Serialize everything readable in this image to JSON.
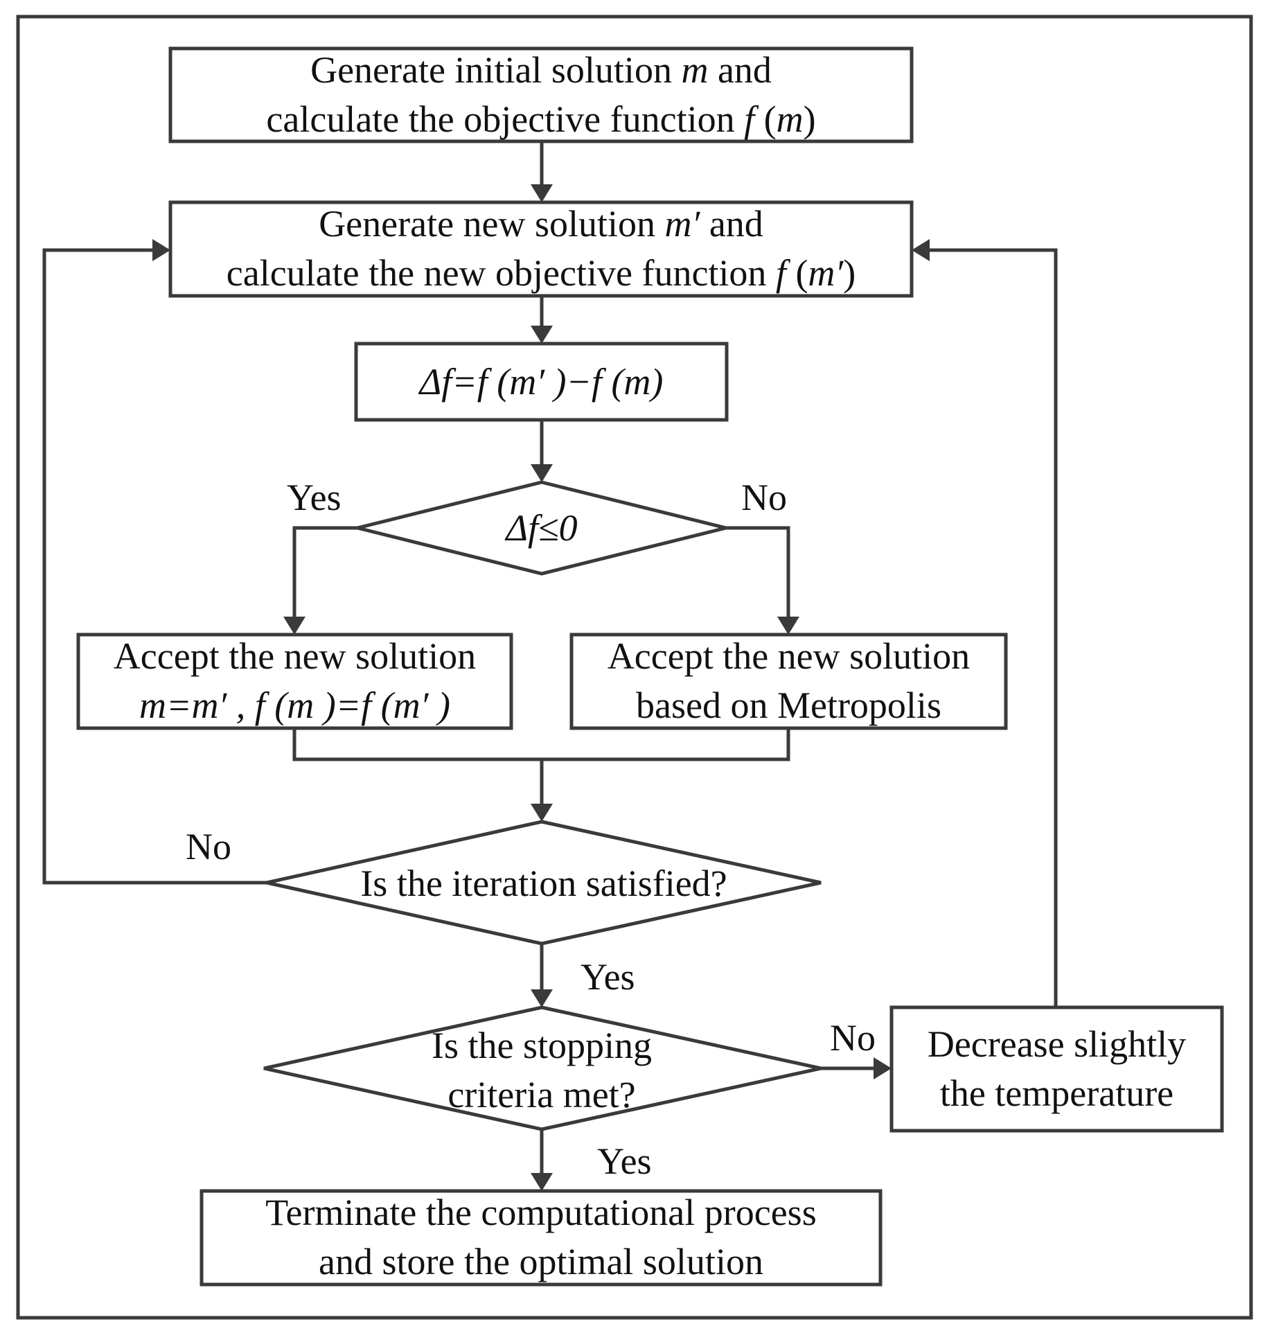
{
  "flowchart": {
    "nodes": {
      "init": {
        "line1": {
          "pre": "Generate initial solution ",
          "var": "m",
          "post": " and"
        },
        "line2": {
          "pre": "calculate the objective function ",
          "var": "f",
          "post": " (",
          "var2": "m",
          "post2": ")"
        }
      },
      "new_solution": {
        "line1": {
          "pre": "Generate new solution ",
          "var": "m′",
          "post": " and"
        },
        "line2": {
          "pre": "calculate the new objective function ",
          "var": "f",
          "post": " (",
          "var2": "m′",
          "post2": ")"
        }
      },
      "delta": {
        "expr": "Δf=f (m′ )−f (m)"
      },
      "decision_delta": {
        "expr": "Δf≤0"
      },
      "accept": {
        "line1": "Accept the new solution",
        "line2": "m=m′ , f (m )=f (m′ )"
      },
      "metropolis": {
        "line1": "Accept the new solution",
        "line2": "based on Metropolis"
      },
      "decision_iteration": {
        "text": "Is the iteration satisfied?"
      },
      "decision_stopping": {
        "line1": "Is the stopping",
        "line2": "criteria met?"
      },
      "decrease": {
        "line1": "Decrease slightly",
        "line2": "the temperature"
      },
      "terminate": {
        "line1": "Terminate the computational process",
        "line2": "and store the optimal solution"
      }
    },
    "edge_labels": {
      "delta_yes": "Yes",
      "delta_no": "No",
      "iteration_no": "No",
      "iteration_yes": "Yes",
      "stopping_no": "No",
      "stopping_yes": "Yes"
    },
    "colors": {
      "stroke": "#3a3a3a",
      "text": "#111111",
      "background": "#ffffff"
    }
  }
}
